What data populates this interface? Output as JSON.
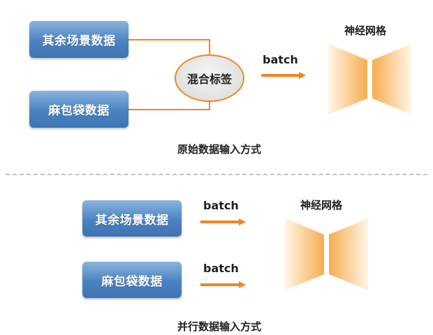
{
  "top": {
    "box_other": "其余场景数据",
    "box_linen": "麻包袋数据",
    "mix_label": "混合标签",
    "batch_label": "batch",
    "network_label": "神经网格",
    "caption": "原始数据输入方式"
  },
  "bottom": {
    "box_other": "其余场景数据",
    "box_linen": "麻包袋数据",
    "batch_label_1": "batch",
    "batch_label_2": "batch",
    "network_label": "神经网格",
    "caption": "并行数据输入方式"
  },
  "colors": {
    "arrow": "#f0871e",
    "box_top": "#8ab4de",
    "box_bottom": "#3d73b3",
    "network_light": "#fff6e6",
    "network_dark": "#f6ad52"
  },
  "icons": [
    "arrow-right-icon",
    "neural-network-icon"
  ]
}
